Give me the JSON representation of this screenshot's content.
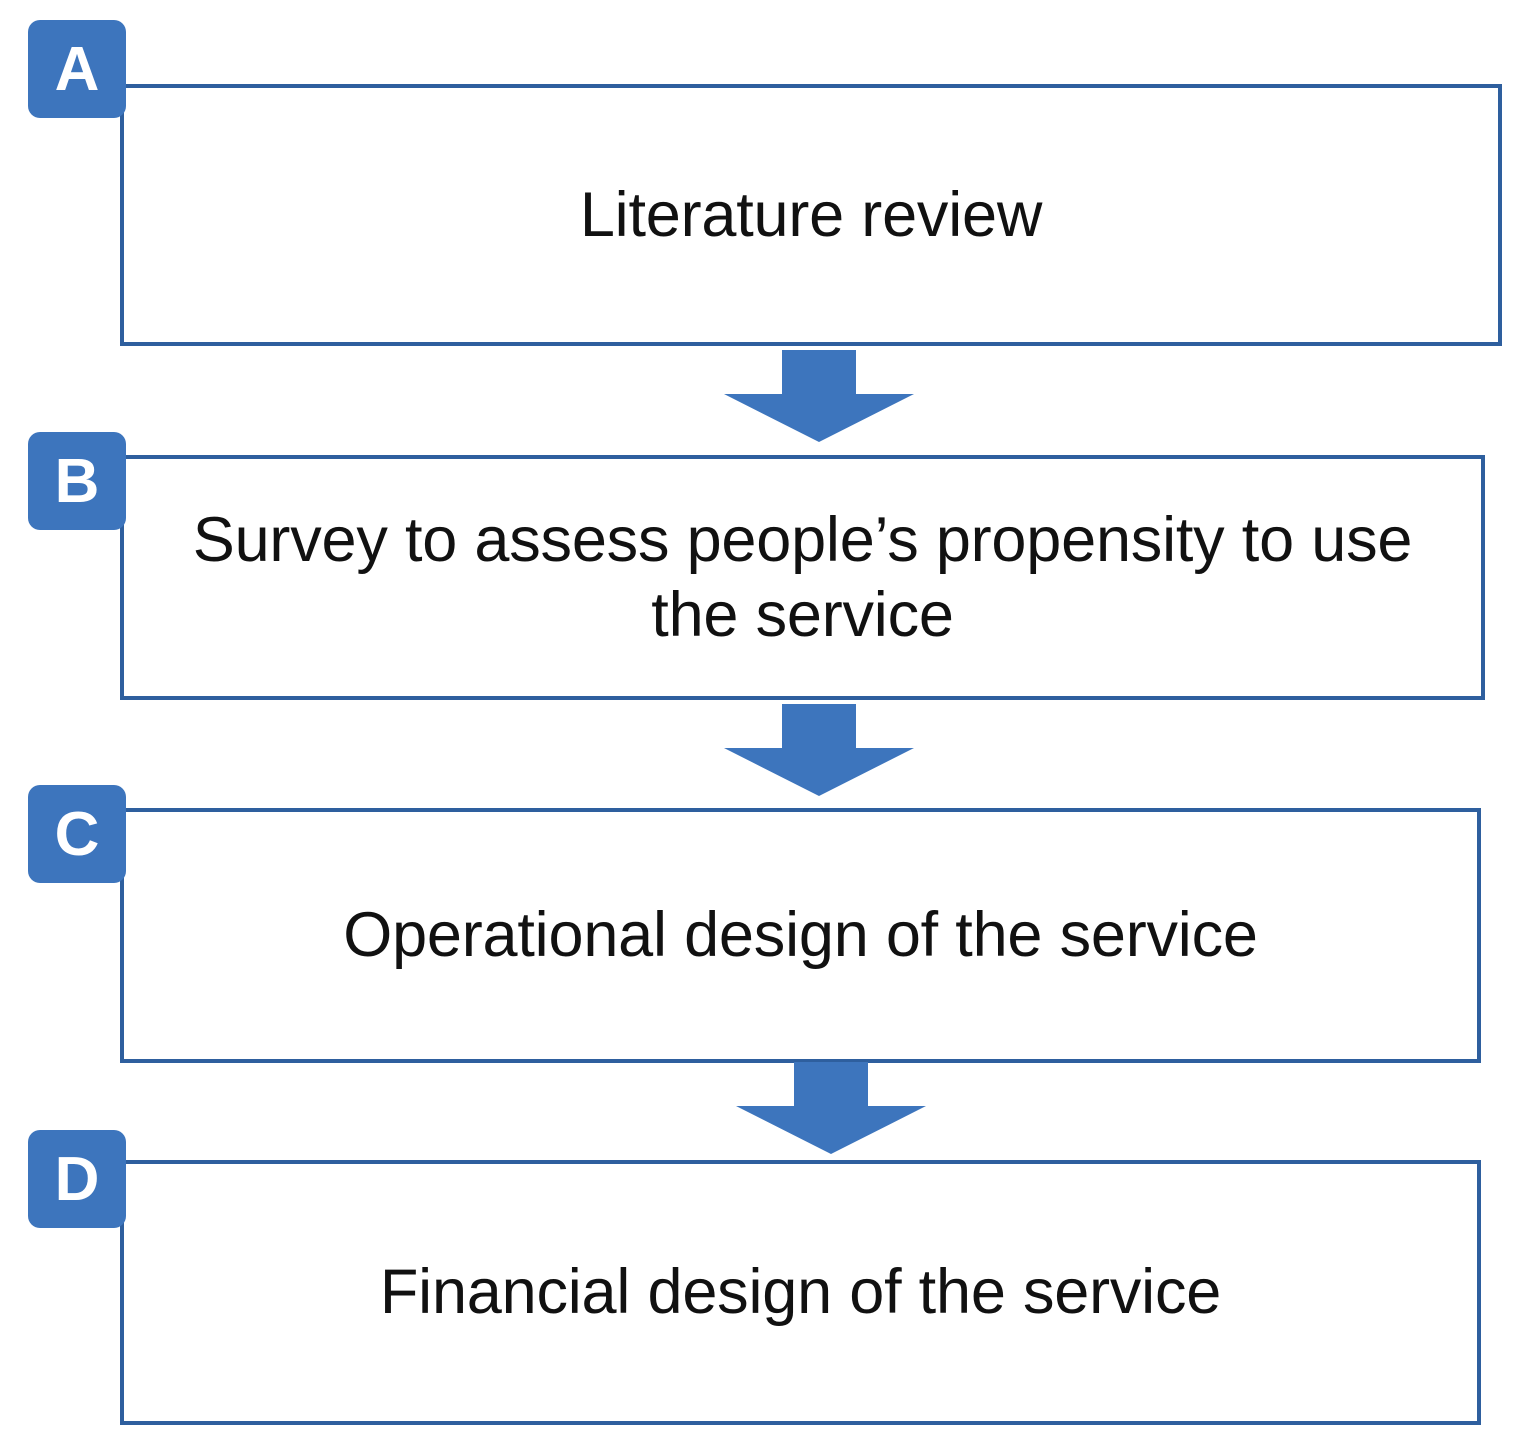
{
  "diagram": {
    "type": "flowchart",
    "orientation": "vertical-top-to-bottom",
    "accent_color": "#3d75bd",
    "box_border_color": "#2e5f9e",
    "background_color": "#ffffff",
    "steps": [
      {
        "tag": "A",
        "text": "Literature review"
      },
      {
        "tag": "B",
        "text": "Survey to assess people’s propensity to use the service"
      },
      {
        "tag": "C",
        "text": "Operational design of the service"
      },
      {
        "tag": "D",
        "text": "Financial design of the service"
      }
    ],
    "connectors": [
      {
        "name": "arrow-a-to-b",
        "from": "A",
        "to": "B",
        "shape": "down-arrow"
      },
      {
        "name": "arrow-b-to-c",
        "from": "B",
        "to": "C",
        "shape": "down-arrow"
      },
      {
        "name": "arrow-c-to-d",
        "from": "C",
        "to": "D",
        "shape": "down-arrow"
      }
    ]
  }
}
